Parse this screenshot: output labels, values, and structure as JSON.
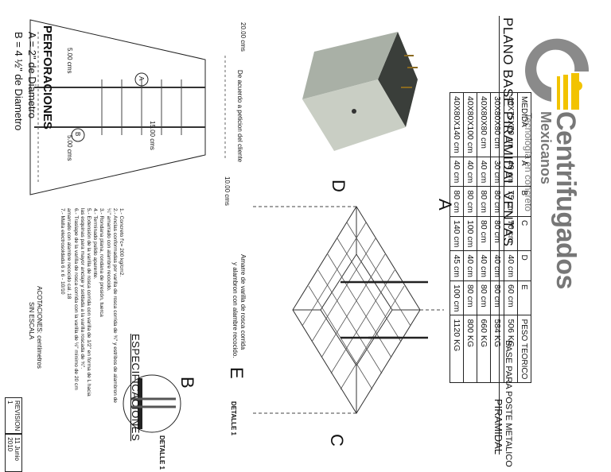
{
  "header": {
    "title": "PLANO BASE PIRAMIDAL VENTAS",
    "subtitle_line1": "BASE PARA POSTE METALICO",
    "subtitle_line2": "PIRAMIDAL"
  },
  "logo": {
    "name_line1": "Centrifugados",
    "name_line2": "Mexicanos",
    "tagline": "Tecnología en concreto",
    "accent_color": "#f2c300",
    "gray_color": "#8a8a8a"
  },
  "table": {
    "headers": [
      "MEDIDA",
      "A",
      "B",
      "C",
      "D",
      "E",
      "PESO TEORICO"
    ],
    "rows": [
      [
        "40X75X70 cm",
        "40 cm",
        "75 cm",
        "70 cm",
        "40 cm",
        "60 cm",
        "506 KG"
      ],
      [
        "30X80X80 cm",
        "30 cm",
        "80 cm",
        "80 cm",
        "40 cm",
        "80 cm",
        "584 KG"
      ],
      [
        "40X80X80 cm",
        "40 cm",
        "80 cm",
        "80 cm",
        "40 cm",
        "80 cm",
        "660 KG"
      ],
      [
        "40X80X100 cm",
        "40 cm",
        "80 cm",
        "100 cm",
        "40 cm",
        "80 cm",
        "800 KG"
      ],
      [
        "40X80X140 cm",
        "40 cm",
        "80 cm",
        "140 cm",
        "45 cm",
        "100 cm",
        "1120 KG"
      ]
    ]
  },
  "section": {
    "note": "De acuerdo a peticion del cliente",
    "dim_top": "20.00 cms",
    "dim_left": "5.00 cms",
    "dim_bottom": "5.00 cms",
    "dim_mid": "15.00 cms",
    "dim_right": "10.00 cms",
    "marker_a": "A",
    "marker_b": "B"
  },
  "perforaciones": {
    "title": "PERFORACIONES",
    "line_a": "A = 2\" de Diametro",
    "line_b": "B = 4 ½\" de Diametro"
  },
  "iso": {
    "label_a": "A",
    "label_b": "B",
    "label_c": "C",
    "label_d": "D",
    "label_e": "E",
    "detalle": "DETALLE 1",
    "armado_note_1": "Amarre de varilla de rosca corrida",
    "armado_note_2": "y alambron con alambre recocido."
  },
  "detail": {
    "label": "DETALLE 1"
  },
  "specs": {
    "title": "ESPECIFICACIONES",
    "items": [
      "1.- Concreto f'c= 200 kg/cm2.",
      "2.- Anclas conformadas por varilla de rosca corrida de ¾\" y estribos de alambron de",
      "    ¼\" amarrado con alambre recocido.",
      "3.- Rondana plana, rondana de presión, tuerca",
      "4.- Terminado pulido aparente.",
      "5.- Extensión de la varilla de rosca corrida con varilla de 1/2\" en forma de L hacia",
      "    las esquinas para mayor anclaje y soldada a la varilla roscada de ¾\".",
      "6.- Traslape de la varilla de rosca corrida con la varilla de ½\" mínimo de 20 cm",
      "    amarrado con alambre recocido cal. 18",
      "7.- Malla electrosoldada 6 x 6 - 10/10"
    ],
    "acot": "ACOTACIONES: centímetros",
    "scale": "SIN ESCALA"
  },
  "revision": {
    "rev": "REVISION 1",
    "date": "11 Junio 2010"
  }
}
